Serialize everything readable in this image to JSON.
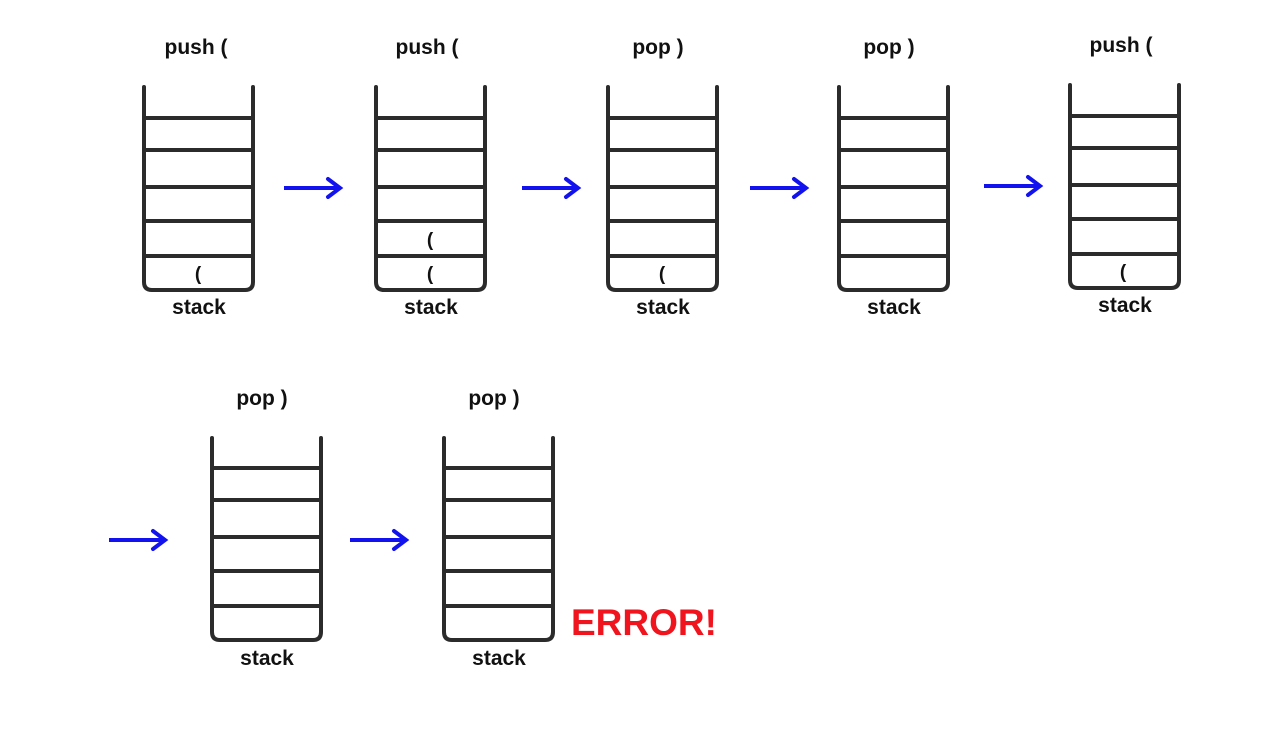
{
  "steps": [
    {
      "op": "push (",
      "items": [
        "("
      ],
      "stack_label": "stack"
    },
    {
      "op": "push (",
      "items": [
        "(",
        "("
      ],
      "stack_label": "stack"
    },
    {
      "op": "pop )",
      "items": [
        "("
      ],
      "stack_label": "stack"
    },
    {
      "op": "pop )",
      "items": [],
      "stack_label": "stack"
    },
    {
      "op": "push (",
      "items": [
        "("
      ],
      "stack_label": "stack"
    },
    {
      "op": "pop )",
      "items": [],
      "stack_label": "stack"
    },
    {
      "op": "pop )",
      "items": [],
      "stack_label": "stack"
    }
  ],
  "error": {
    "text": "ERROR!",
    "color": "#f0141e"
  },
  "colors": {
    "arrow": "#1212ee",
    "stack": "#2b2b2b",
    "text": "#111111"
  }
}
